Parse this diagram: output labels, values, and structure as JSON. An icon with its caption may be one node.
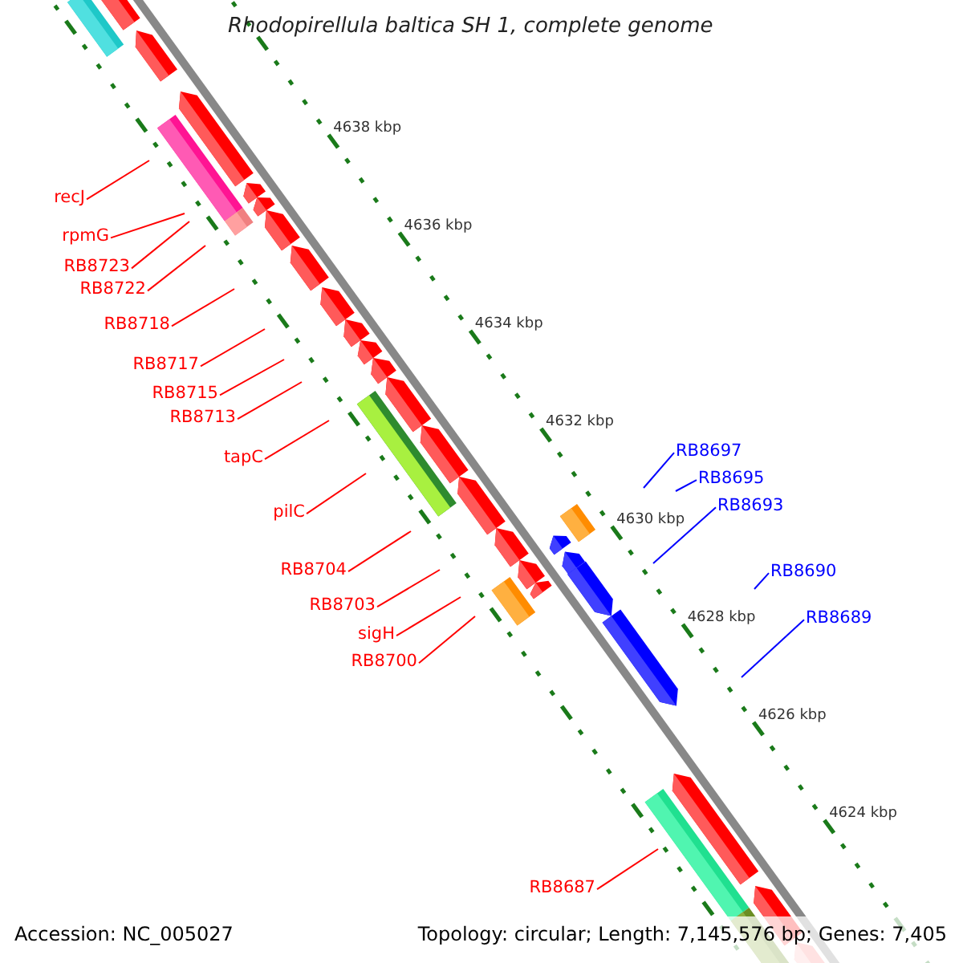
{
  "diagram": {
    "title": "Rhodopirellula baltica SH 1, complete genome",
    "nodes": [
      {
        "text": [
          "recJ"
        ]
      },
      {
        "text": [
          "rpmG"
        ]
      },
      {
        "text": [
          "RB8723"
        ]
      },
      {
        "text": [
          "RB8722"
        ]
      },
      {
        "text": [
          "RB8718"
        ]
      },
      {
        "text": [
          "RB8717"
        ]
      },
      {
        "text": [
          "RB8715"
        ]
      },
      {
        "text": [
          "RB8713"
        ]
      },
      {
        "text": [
          "tapC"
        ]
      },
      {
        "text": [
          "pilC"
        ]
      },
      {
        "text": [
          "RB8704"
        ]
      },
      {
        "text": [
          "RB8703"
        ]
      },
      {
        "text": [
          "sigH"
        ]
      },
      {
        "text": [
          "RB8700"
        ]
      },
      {
        "text": [
          "RB8697"
        ]
      },
      {
        "text": [
          "RB8695"
        ]
      },
      {
        "text": [
          "RB8693"
        ]
      },
      {
        "text": [
          "RB8690"
        ]
      },
      {
        "text": [
          "RB8689"
        ]
      },
      {
        "text": [
          "RB8687"
        ]
      }
    ],
    "edges": [
      {
        "from": 0,
        "to": null,
        "arrow": "none"
      },
      {
        "from": 1,
        "to": null,
        "arrow": "none"
      },
      {
        "from": 2,
        "to": null,
        "arrow": "none"
      },
      {
        "from": 3,
        "to": null,
        "arrow": "none"
      },
      {
        "from": 4,
        "to": null,
        "arrow": "none"
      },
      {
        "from": 5,
        "to": null,
        "arrow": "none"
      },
      {
        "from": 6,
        "to": null,
        "arrow": "none"
      },
      {
        "from": 7,
        "to": null,
        "arrow": "none"
      },
      {
        "from": 8,
        "to": null,
        "arrow": "none"
      },
      {
        "from": 9,
        "to": null,
        "arrow": "none"
      },
      {
        "from": 10,
        "to": null,
        "arrow": "none"
      },
      {
        "from": 11,
        "to": null,
        "arrow": "none"
      },
      {
        "from": 12,
        "to": null,
        "arrow": "none"
      },
      {
        "from": 13,
        "to": null,
        "arrow": "none"
      },
      {
        "from": 14,
        "to": null,
        "arrow": "none",
        "color": "#0000ff"
      },
      {
        "from": 15,
        "to": null,
        "arrow": "none",
        "color": "#0000ff"
      },
      {
        "from": 16,
        "to": null,
        "arrow": "none",
        "color": "#0000ff"
      },
      {
        "from": 17,
        "to": null,
        "arrow": "none",
        "color": "#0000ff"
      },
      {
        "from": 18,
        "to": null,
        "arrow": "none",
        "color": "#0000ff"
      },
      {
        "from": 19,
        "to": null,
        "arrow": "none"
      }
    ],
    "labels": [
      "4638 kbp",
      "4636 kbp",
      "4634 kbp",
      "4632 kbp",
      "4630 kbp",
      "4628 kbp",
      "4626 kbp",
      "4624 kbp",
      "Accession: NC_005027",
      "Topology: circular; Length: 7,145,576 bp; Genes: 7,405"
    ]
  }
}
